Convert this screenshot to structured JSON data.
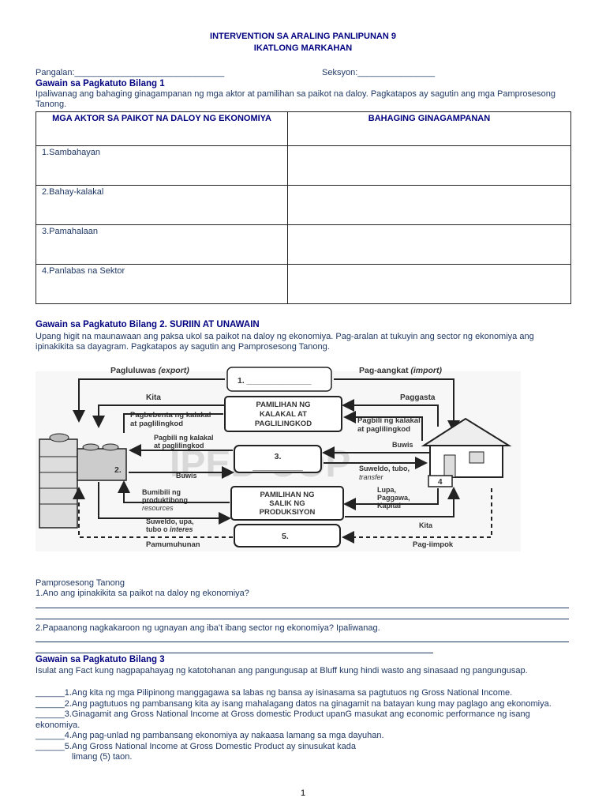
{
  "header": {
    "title_line1": "INTERVENTION SA ARALING PANLIPUNAN 9",
    "title_line2": "IKATLONG MARKAHAN"
  },
  "student": {
    "name_label": "Pangalan:",
    "name_blank": "_______________________________",
    "section_label": "Seksyon:",
    "section_blank": "________________"
  },
  "activity1": {
    "heading": "Gawain sa Pagkatuto Bilang 1",
    "instruction": "Ipaliwanag ang bahaging ginagampanan ng mga aktor at pamilihan sa paikot na daloy. Pagkatapos ay sagutin ang mga Pamprosesong Tanong.",
    "table": {
      "headers": [
        "MGA AKTOR SA PAIKOT NA DALOY NG EKONOMIYA",
        "BAHAGING GINAGAMPANAN"
      ],
      "rows": [
        "1.Sambahayan",
        "2.Bahay-kalakal",
        "3.Pamahalaan",
        "4.Panlabas na Sektor"
      ]
    }
  },
  "activity2": {
    "heading": "Gawain sa Pagkatuto Bilang 2. SURIIN AT UNAWAIN",
    "instruction": "Upang higit na maunawaan ang paksa ukol sa paikot na daloy ng ekonomiya. Pag-aralan at tukuyin ang sector ng ekonomiya ang ipinakikita sa dayagram. Pagkatapos ay sagutin ang Pamprosesong Tanong."
  },
  "diagram": {
    "export_label": "Pagluluwas",
    "export_italic": "(export)",
    "import_label": "Pag-aangkat",
    "import_italic": "(import)",
    "box1": "1. ______________",
    "kita_top": "Kita",
    "paggasta": "Paggasta",
    "goods_market": [
      "PAMILIHAN NG",
      "KALAKAL AT",
      "PAGLILINGKOD"
    ],
    "pagbebenta": [
      "Pagbebenta ng kalakal",
      "at paglilingkod"
    ],
    "pagbili_right": [
      "Pagbili ng kalakal",
      "at paglilingkod"
    ],
    "pagbili_mid": [
      "Pagbili ng kalakal",
      "at paglilingkod"
    ],
    "box3": "3.",
    "box3_blank": "____________",
    "buwis_right": "Buwis",
    "buwis_left": "Buwis",
    "suweldo_tubo": "Suweldo, tubo,",
    "transfer": "transfer",
    "box2": "2.",
    "box4": "4",
    "bumibili": [
      "Bumibili ng",
      "produktibong"
    ],
    "resources": "resources",
    "factor_market": [
      "PAMILIHAN NG",
      "SALIK NG",
      "PRODUKSIYON"
    ],
    "lupa": [
      "Lupa,",
      "Paggawa,",
      "Kapital"
    ],
    "suweldo_upa": "Suweldo, upa,",
    "tubo_interes": "tubo o",
    "interes": "interes",
    "kita_bottom": "Kita",
    "box5": "5.",
    "pamumuhunan": "Pamumuhunan",
    "pagiimpok": "Pag-iimpok",
    "watermark": "IPED COP"
  },
  "questions": {
    "heading": "Pamprosesong Tanong",
    "q1": "1.Ano ang ipinakikita sa paikot na daloy ng ekonomiya?",
    "q2": "2.Papaanong nagkakaroon ng ugnayan ang iba’t ibang sector ng ekonomiya? Ipaliwanag."
  },
  "activity3": {
    "heading": "Gawain sa Pagkatuto Bilang 3",
    "instruction": "Isulat ang Fact kung nagpapahayag ng katotohanan ang pangungusap at Bluff kung hindi wasto ang sinasaad ng pangungusap.",
    "items": [
      "______1.Ang kita ng mga Pilipinong manggagawa sa labas ng bansa ay isinasama sa pagtutuos ng Gross National Income.",
      "______2.Ang pagtutuos ng pambansang kita ay isang mahalagang datos na ginagamit  na batayan kung may paglago ang ekonomiya.",
      "______3.Ginagamit ang Gross National Income at Gross domestic Product upanG  masukat ang economic performance ng isang ekonomiya.",
      "______4.Ang pag-unlad ng pambansang ekonomiya ay nakaasa lamang sa mga  dayuhan.",
      "______5.Ang Gross National Income at Gross Domestic Product ay sinusukat kada"
    ],
    "item5_cont": "limang (5) taon."
  },
  "footer": {
    "page_number": "1"
  }
}
